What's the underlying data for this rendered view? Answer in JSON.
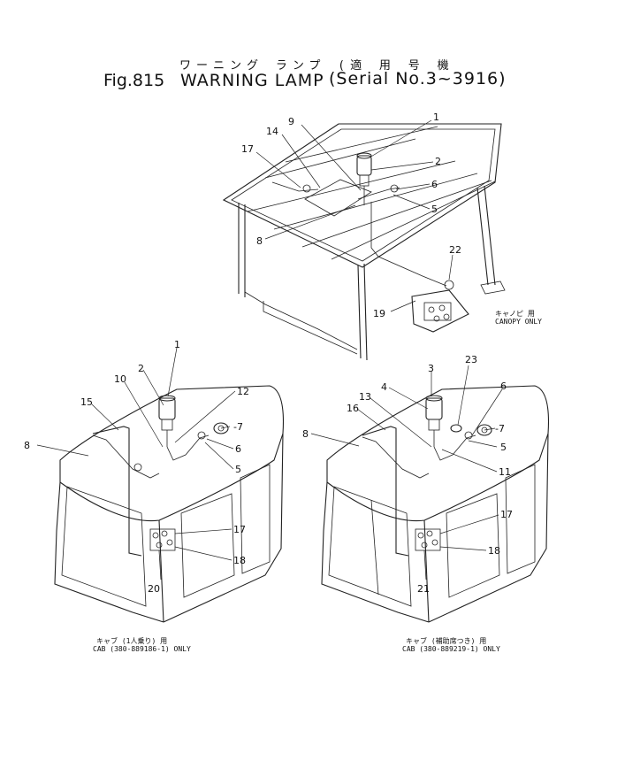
{
  "header": {
    "japanese_title": "ワーニング ランプ (適 用 号 機",
    "figure_number": "Fig.815",
    "figure_name": "WARNING LAMP",
    "serial": "(Serial No.3~3916)"
  },
  "views": {
    "canopy": {
      "note_jp": "キャノピ 用",
      "note_en": "CANOPY ONLY",
      "callouts": [
        "1",
        "2",
        "5",
        "6",
        "8",
        "9",
        "14",
        "17",
        "19",
        "22"
      ]
    },
    "cab_left": {
      "note_jp": "キャブ (1人乗り) 用",
      "note_en": "CAB (380-889186-1) ONLY",
      "callouts": [
        "1",
        "2",
        "5",
        "6",
        "7",
        "8",
        "10",
        "12",
        "15",
        "17",
        "18",
        "20"
      ]
    },
    "cab_right": {
      "note_jp": "キャブ (補助席つき) 用",
      "note_en": "CAB (380-889219-1) ONLY",
      "callouts": [
        "3",
        "4",
        "5",
        "6",
        "7",
        "8",
        "11",
        "13",
        "16",
        "17",
        "18",
        "21",
        "23"
      ]
    }
  },
  "colors": {
    "ink": "#222222",
    "paper": "#ffffff"
  }
}
